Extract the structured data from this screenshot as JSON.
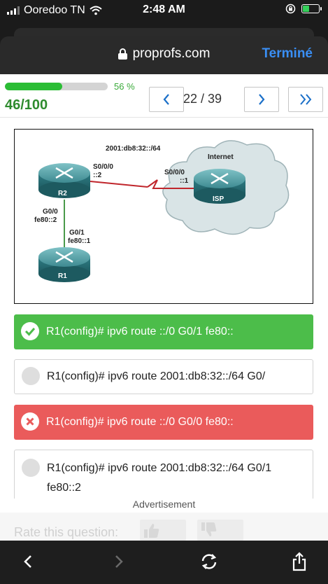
{
  "status_bar": {
    "carrier": "Ooredoo TN",
    "time": "2:48 AM",
    "battery_level": 0.45
  },
  "browser": {
    "url": "proprofs.com",
    "done_label": "Terminé"
  },
  "quiz": {
    "progress_percent": 56,
    "progress_label": "56 %",
    "score": "46/100",
    "question_counter": "22 / 39"
  },
  "diagram": {
    "network_label": "2001:db8:32::/64",
    "cloud_label": "Internet",
    "r2_name": "R2",
    "isp_name": "ISP",
    "r1_name": "R1",
    "r2_s000_iface": "S0/0/0",
    "r2_s000_addr": "::2",
    "isp_s000_iface": "S0/0/0",
    "isp_s000_addr": "::1",
    "r2_g00_iface": "G0/0",
    "r2_g00_addr": "fe80::2",
    "r1_g01_iface": "G0/1",
    "r1_g01_addr": "fe80::1"
  },
  "answers": [
    {
      "text": "R1(config)# ipv6 route ::/0 G0/1 fe80::",
      "state": "correct"
    },
    {
      "text": "R1(config)# ipv6 route 2001:db8:32::/64 G0/",
      "state": "neutral"
    },
    {
      "text": "R1(config)# ipv6 route ::/0 G0/0 fe80::",
      "state": "wrong"
    },
    {
      "text": "R1(config)# ipv6 route 2001:db8:32::/64 G0/1 fe80::2",
      "state": "neutral"
    }
  ],
  "ad": {
    "label": "Advertisement",
    "rate_label": "Rate this question:"
  },
  "colors": {
    "correct": "#4cbd4a",
    "wrong": "#ea5b5b",
    "link": "#3a8ff5",
    "progress": "#2bbd35"
  },
  "icons": {
    "back": "chevron-left-icon",
    "forward": "chevron-right-icon",
    "reload": "reload-icon",
    "share": "share-icon",
    "prev": "chevron-left-icon",
    "next": "chevron-right-icon",
    "last": "double-chevron-right-icon"
  }
}
